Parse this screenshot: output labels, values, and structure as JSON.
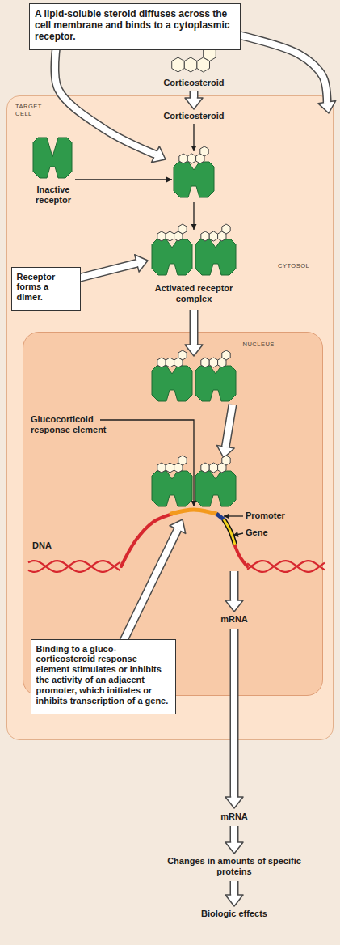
{
  "diagram": {
    "nodes": [
      {
        "text": [
          "A lipid-soluble steroid diffuses across the cell membrane and binds to a cytoplasmic receptor."
        ]
      },
      {
        "text": [
          "TARGET CELL",
          "CYTOSOL"
        ]
      },
      {
        "text": [
          "Receptor forms a dimer."
        ],
        "in": 1
      },
      {
        "text": [
          "NUCLEUS"
        ],
        "in": 1
      },
      {
        "text": [
          "Binding to a gluco-corticosteroid response element stimulates or inhibits the activity of an adjacent promoter, which initiates or inhibits transcription of a gene."
        ],
        "in": 1
      }
    ],
    "labels": [
      "Corticosteroid",
      "Corticosteroid",
      "Inactive receptor",
      "Activated receptor complex",
      "Glucocorticoid response element",
      "Promoter",
      "Gene",
      "DNA",
      "mRNA",
      "mRNA",
      "Changes in amounts of specific proteins",
      "Biologic effects"
    ]
  }
}
